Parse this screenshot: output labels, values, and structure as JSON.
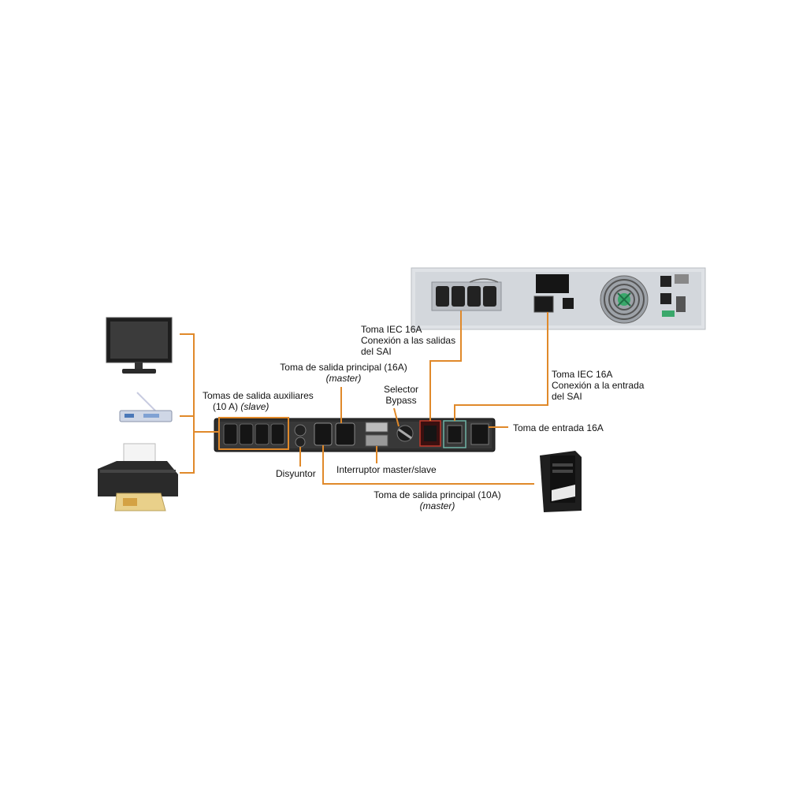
{
  "colors": {
    "wire": "#e0892a",
    "panel": "#2b2b2b",
    "ups_body": "#d9dde2",
    "highlight": "#e0892a",
    "input_highlight": "#6fb3a6"
  },
  "labels": {
    "aux_outlets": {
      "line1": "Tomas de salida auxiliares",
      "line2a": "(10 A)",
      "line2b": "(slave)"
    },
    "main_out_16": {
      "line1": "Toma de salida principal (16A)",
      "line2": "(master)"
    },
    "iec_out": {
      "line1": "Toma IEC 16A",
      "line2": "Conexión a las salidas",
      "line3": "del SAI"
    },
    "bypass": {
      "line1": "Selector",
      "line2": "Bypass"
    },
    "iec_in": {
      "line1": "Toma IEC 16A",
      "line2": "Conexión a la entrada",
      "line3": "del SAI"
    },
    "input": {
      "line1": "Toma de entrada 16A"
    },
    "breaker": {
      "line1": "Disyuntor"
    },
    "switch": {
      "line1": "Interruptor master/slave"
    },
    "main_out_10": {
      "line1": "Toma de salida principal (10A)",
      "line2": "(master)"
    }
  },
  "devices": [
    {
      "name": "monitor",
      "icon": "monitor-icon"
    },
    {
      "name": "scanner",
      "icon": "scanner-icon"
    },
    {
      "name": "printer",
      "icon": "printer-icon"
    },
    {
      "name": "pc-tower",
      "icon": "pc-tower-icon"
    },
    {
      "name": "ups",
      "icon": "ups-icon"
    },
    {
      "name": "bypass-unit",
      "icon": "bypass-unit-icon"
    }
  ]
}
